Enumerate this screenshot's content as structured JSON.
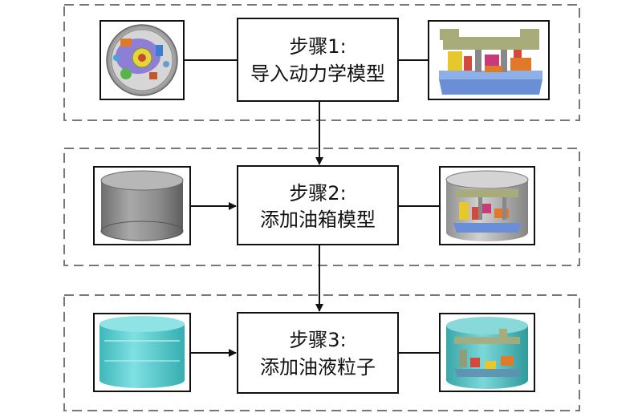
{
  "steps": [
    {
      "title": "步骤1:",
      "desc": "导入动力学模型"
    },
    {
      "title": "步骤2:",
      "desc": "添加油箱模型"
    },
    {
      "title": "步骤3:",
      "desc": "添加油液粒子"
    }
  ],
  "colors": {
    "frame_dash": "#777777",
    "box_border": "#111111",
    "arrow": "#111111",
    "oil_cyan": "#46c9cc",
    "tank_gray": "#8a8a8a",
    "model_blue": "#6b8fd6",
    "model_olive": "#a7ac7a"
  },
  "icons": {
    "row1_left": "mechanism-top-view-icon",
    "row1_right": "mechanism-side-view-icon",
    "row2_left": "gray-cylinder-tank-icon",
    "row2_right": "tank-with-mechanism-icon",
    "row3_left": "oil-particle-cylinder-icon",
    "row3_right": "oil-filled-mechanism-icon"
  }
}
